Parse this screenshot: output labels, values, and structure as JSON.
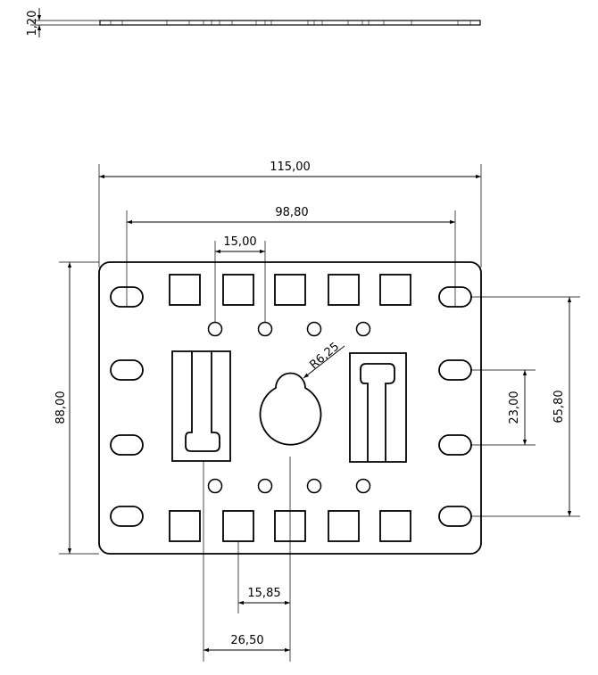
{
  "dimensions": {
    "thickness": "1,20",
    "overall_width": "115,00",
    "slot_spacing": "98,80",
    "hole_spacing": "15,00",
    "overall_height": "88,00",
    "keyhole_radius": "R6,25",
    "slot_pitch_small": "23,00",
    "slot_pitch_large": "65,80",
    "offset_small": "15,85",
    "offset_large": "26,50"
  }
}
